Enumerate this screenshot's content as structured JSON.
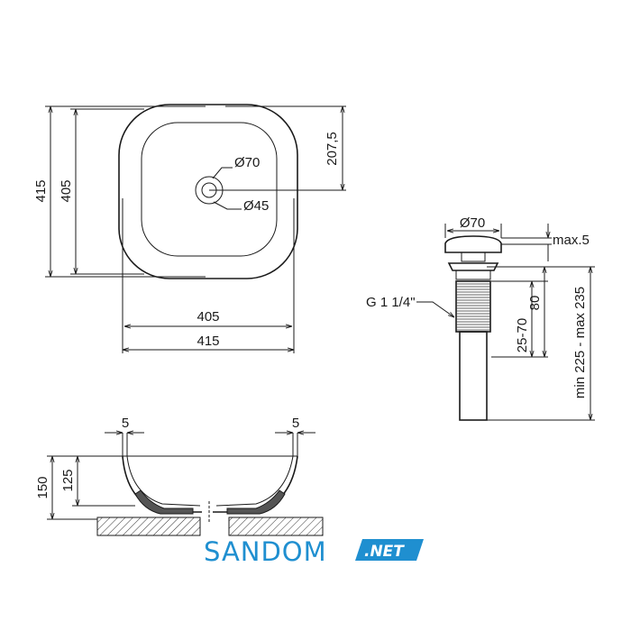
{
  "top_view": {
    "outer_height": "415",
    "inner_height": "405",
    "inner_width": "405",
    "outer_width": "415",
    "drain_outer": "Ø70",
    "drain_inner": "Ø45",
    "center_offset": "207,5"
  },
  "drain_view": {
    "cap_diameter": "Ø70",
    "max_height": "max.5",
    "thread": "G 1 1/4\"",
    "thread_length": "80",
    "adjust_range": "25-70",
    "total_range": "min 225 - max 235"
  },
  "side_view": {
    "wall_left": "5",
    "wall_right": "5",
    "total_height": "150",
    "inner_depth": "125"
  },
  "brand": {
    "name": "SANDOM",
    "suffix": ".NET",
    "color": "#1f8fd0"
  }
}
